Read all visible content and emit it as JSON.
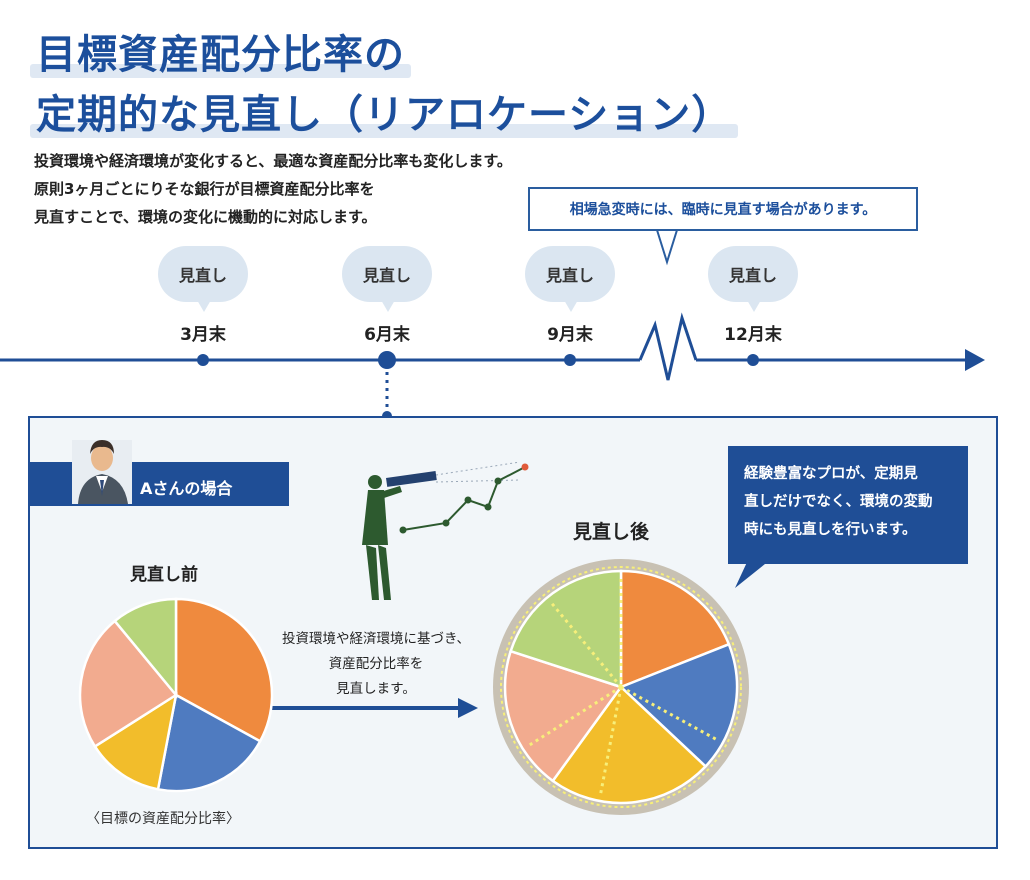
{
  "title": {
    "line1": "目標資産配分比率の",
    "line2": "定期的な見直し（リアロケーション）"
  },
  "lead": [
    "投資環境や経済環境が変化すると、最適な資産配分比率も変化します。",
    "原則3ヶ月ごとにりそな銀行が目標資産配分比率を",
    "見直すことで、環境の変化に機動的に対応します。"
  ],
  "callout_top": "相場急変時には、臨時に見直す場合があります。",
  "timeline": {
    "items": [
      {
        "bubble": "見直し",
        "label": "3月末"
      },
      {
        "bubble": "見直し",
        "label": "6月末"
      },
      {
        "bubble": "見直し",
        "label": "9月末"
      },
      {
        "bubble": "見直し",
        "label": "12月末"
      }
    ]
  },
  "case": {
    "label": "Aさんの場合",
    "before_label": "見直し前",
    "after_label": "見直し後",
    "target_caption": "〈目標の資産配分比率〉",
    "arrow_text": [
      "投資環境や経済環境に基づき、",
      "資産配分比率を",
      "見直します。"
    ],
    "pro_box": [
      "経験豊富なプロが、定期見",
      "直しだけでなく、環境の変動",
      "時にも見直しを行います。"
    ]
  },
  "colors": {
    "brand_blue": "#1f4e96",
    "orange": "#ef8a3e",
    "blue": "#4f7bc0",
    "yellow": "#f2bd2b",
    "salmon": "#f2ab8f",
    "green": "#b6d47a"
  },
  "chart_data": [
    {
      "type": "pie",
      "name": "before",
      "slices": [
        {
          "color": "orange",
          "value": 33
        },
        {
          "color": "blue",
          "value": 20
        },
        {
          "color": "yellow",
          "value": 13
        },
        {
          "color": "salmon",
          "value": 23
        },
        {
          "color": "green",
          "value": 11
        }
      ]
    },
    {
      "type": "pie",
      "name": "after",
      "slices": [
        {
          "color": "orange",
          "value": 19
        },
        {
          "color": "blue",
          "value": 18
        },
        {
          "color": "yellow",
          "value": 23
        },
        {
          "color": "salmon",
          "value": 20
        },
        {
          "color": "green",
          "value": 20
        }
      ]
    }
  ],
  "icons": {
    "person": "businessman-avatar-icon",
    "telescope": "man-with-telescope-icon",
    "trend": "line-trend-icon"
  }
}
